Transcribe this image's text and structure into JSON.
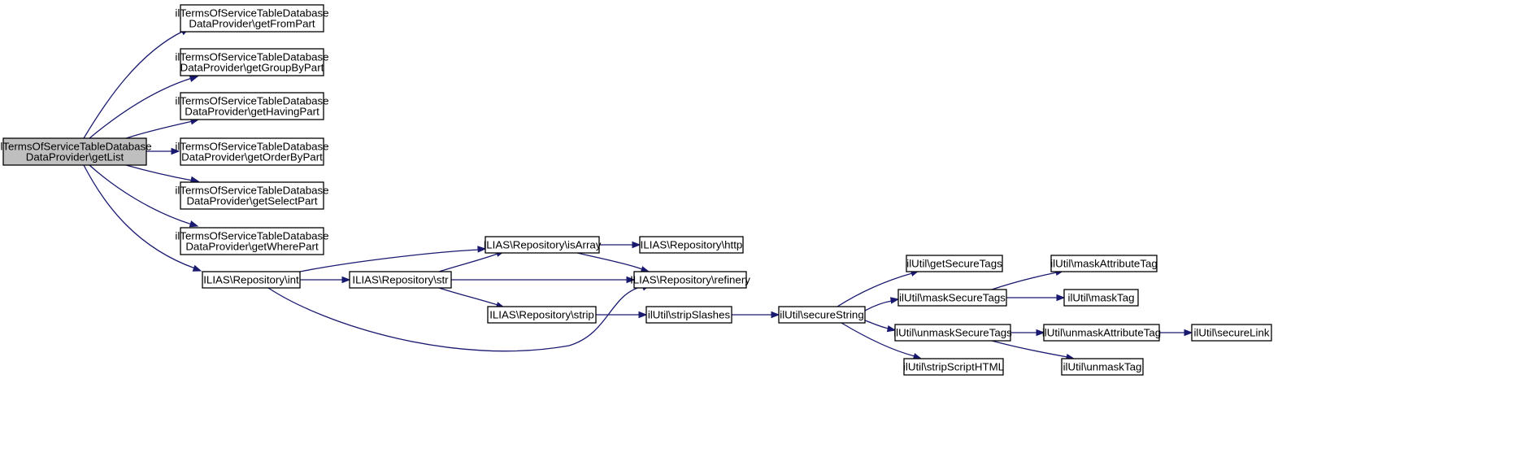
{
  "graph": {
    "nodes": {
      "root": [
        "ilTermsOfServiceTableDatabase",
        "DataProvider\\getList"
      ],
      "from": [
        "ilTermsOfServiceTableDatabase",
        "DataProvider\\getFromPart"
      ],
      "group": [
        "ilTermsOfServiceTableDatabase",
        "DataProvider\\getGroupByPart"
      ],
      "having": [
        "ilTermsOfServiceTableDatabase",
        "DataProvider\\getHavingPart"
      ],
      "order": [
        "ilTermsOfServiceTableDatabase",
        "DataProvider\\getOrderByPart"
      ],
      "select": [
        "ilTermsOfServiceTableDatabase",
        "DataProvider\\getSelectPart"
      ],
      "where": [
        "ilTermsOfServiceTableDatabase",
        "DataProvider\\getWherePart"
      ],
      "int": [
        "ILIAS\\Repository\\int"
      ],
      "isarray": [
        "ILIAS\\Repository\\isArray"
      ],
      "str": [
        "ILIAS\\Repository\\str"
      ],
      "strip": [
        "ILIAS\\Repository\\strip"
      ],
      "http": [
        "ILIAS\\Repository\\http"
      ],
      "refinery": [
        "ILIAS\\Repository\\refinery"
      ],
      "stripslashes": [
        "ilUtil\\stripSlashes"
      ],
      "securestring": [
        "ilUtil\\secureString"
      ],
      "getsecuretags": [
        "ilUtil\\getSecureTags"
      ],
      "masksecuretags": [
        "ilUtil\\maskSecureTags"
      ],
      "unmasksecuretags": [
        "ilUtil\\unmaskSecureTags"
      ],
      "stripscripthtml": [
        "ilUtil\\stripScriptHTML"
      ],
      "maskattributetag": [
        "ilUtil\\maskAttributeTag"
      ],
      "masktag": [
        "ilUtil\\maskTag"
      ],
      "unmaskattributetag": [
        "ilUtil\\unmaskAttributeTag"
      ],
      "unmasktag": [
        "ilUtil\\unmaskTag"
      ],
      "securelink": [
        "ilUtil\\secureLink"
      ]
    },
    "edges": [
      [
        "root",
        "from"
      ],
      [
        "root",
        "group"
      ],
      [
        "root",
        "having"
      ],
      [
        "root",
        "order"
      ],
      [
        "root",
        "select"
      ],
      [
        "root",
        "where"
      ],
      [
        "root",
        "int"
      ],
      [
        "int",
        "isarray"
      ],
      [
        "int",
        "str"
      ],
      [
        "int",
        "refinery"
      ],
      [
        "isarray",
        "http"
      ],
      [
        "isarray",
        "refinery"
      ],
      [
        "str",
        "isarray"
      ],
      [
        "str",
        "refinery"
      ],
      [
        "str",
        "strip"
      ],
      [
        "strip",
        "stripslashes"
      ],
      [
        "stripslashes",
        "securestring"
      ],
      [
        "securestring",
        "getsecuretags"
      ],
      [
        "securestring",
        "masksecuretags"
      ],
      [
        "securestring",
        "unmasksecuretags"
      ],
      [
        "securestring",
        "stripscripthtml"
      ],
      [
        "masksecuretags",
        "maskattributetag"
      ],
      [
        "masksecuretags",
        "masktag"
      ],
      [
        "unmasksecuretags",
        "unmaskattributetag"
      ],
      [
        "unmasksecuretags",
        "unmasktag"
      ],
      [
        "unmaskattributetag",
        "securelink"
      ]
    ]
  }
}
